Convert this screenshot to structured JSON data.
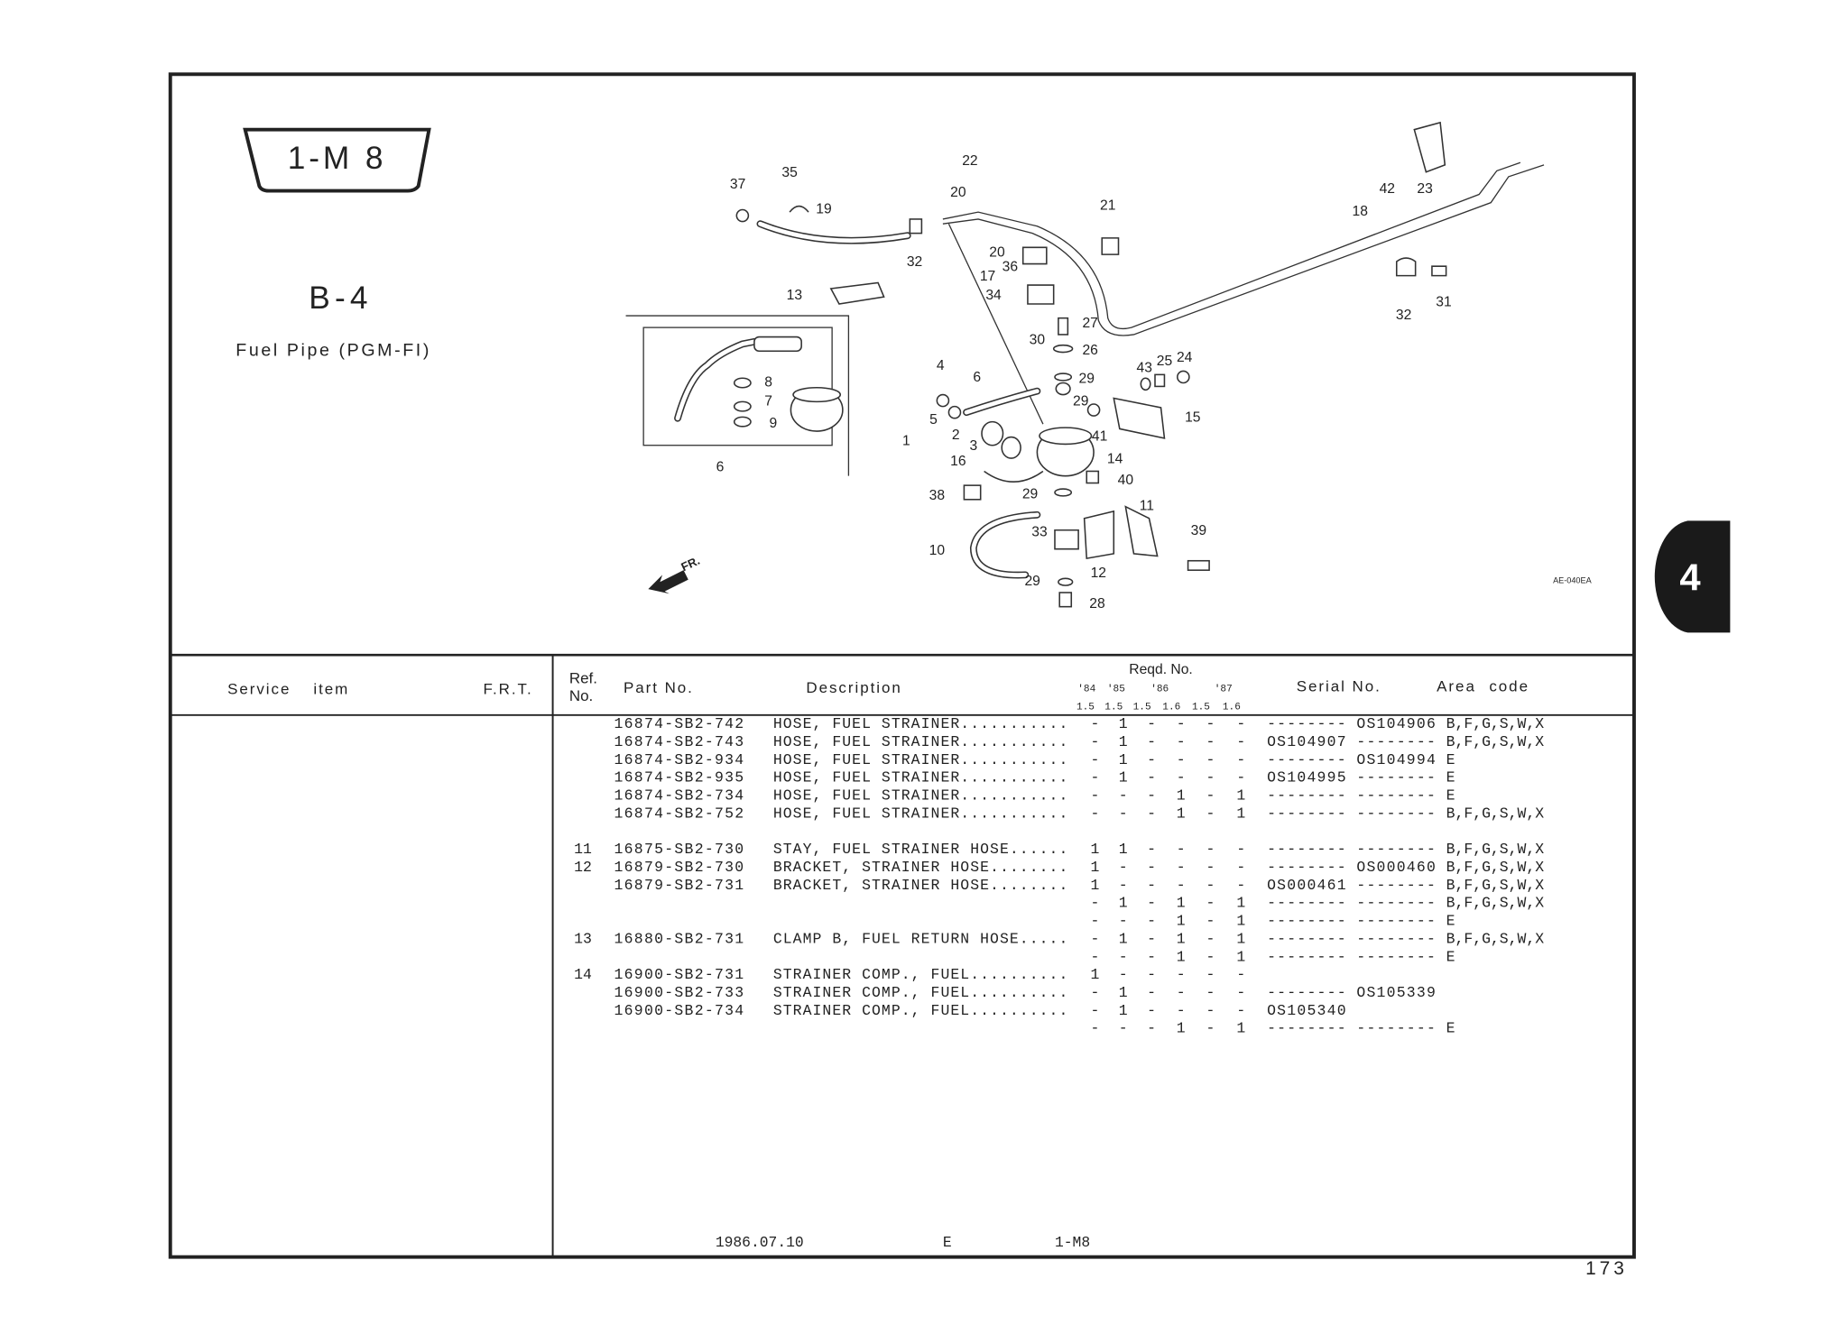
{
  "header": {
    "section_badge": "1-M 8",
    "group_code": "B-4",
    "title": "Fuel Pipe (PGM-FI)",
    "side_tab": "4",
    "diagram_code": "AE-040EA",
    "front_marker": "FR."
  },
  "diagram": {
    "callouts": [
      "37",
      "35",
      "19",
      "32",
      "22",
      "20",
      "20",
      "17",
      "36",
      "34",
      "21",
      "13",
      "42",
      "23",
      "18",
      "32",
      "31",
      "27",
      "30",
      "26",
      "29",
      "29",
      "43",
      "25",
      "24",
      "4",
      "6",
      "5",
      "15",
      "41",
      "1",
      "2",
      "3",
      "14",
      "16",
      "40",
      "38",
      "29",
      "11",
      "39",
      "33",
      "10",
      "12",
      "29",
      "28",
      "8",
      "7",
      "9",
      "6"
    ]
  },
  "table": {
    "headers": {
      "service_item": "Service item",
      "frt": "F.R.T.",
      "ref_no_1": "Ref.",
      "ref_no_2": "No.",
      "part_no": "Part No.",
      "description": "Description",
      "reqd_no": "Reqd. No.",
      "years": [
        "'84",
        "'85",
        "'86",
        "'87"
      ],
      "sizes": [
        "1.5",
        "1.5",
        "1.5",
        "1.6",
        "1.5",
        "1.6"
      ],
      "serial_no": "Serial No.",
      "area_code": "Area code"
    },
    "rows": [
      {
        "ref": "",
        "part": "16874-SB2-742",
        "desc": "HOSE, FUEL STRAINER...........",
        "q": [
          "-",
          "1",
          "-",
          "-",
          "-",
          "-"
        ],
        "s1": "--------",
        "s2": "OS104906",
        "area": "B,F,G,S,W,X"
      },
      {
        "ref": "",
        "part": "16874-SB2-743",
        "desc": "HOSE, FUEL STRAINER...........",
        "q": [
          "-",
          "1",
          "-",
          "-",
          "-",
          "-"
        ],
        "s1": "OS104907",
        "s2": "--------",
        "area": "B,F,G,S,W,X"
      },
      {
        "ref": "",
        "part": "16874-SB2-934",
        "desc": "HOSE, FUEL STRAINER...........",
        "q": [
          "-",
          "1",
          "-",
          "-",
          "-",
          "-"
        ],
        "s1": "--------",
        "s2": "OS104994",
        "area": "E"
      },
      {
        "ref": "",
        "part": "16874-SB2-935",
        "desc": "HOSE, FUEL STRAINER...........",
        "q": [
          "-",
          "1",
          "-",
          "-",
          "-",
          "-"
        ],
        "s1": "OS104995",
        "s2": "--------",
        "area": "E"
      },
      {
        "ref": "",
        "part": "16874-SB2-734",
        "desc": "HOSE, FUEL STRAINER...........",
        "q": [
          "-",
          "-",
          "-",
          "1",
          "-",
          "1"
        ],
        "s1": "--------",
        "s2": "--------",
        "area": "E"
      },
      {
        "ref": "",
        "part": "16874-SB2-752",
        "desc": "HOSE, FUEL STRAINER...........",
        "q": [
          "-",
          "-",
          "-",
          "1",
          "-",
          "1"
        ],
        "s1": "--------",
        "s2": "--------",
        "area": "B,F,G,S,W,X"
      },
      null,
      {
        "ref": "11",
        "part": "16875-SB2-730",
        "desc": "STAY, FUEL STRAINER HOSE......",
        "q": [
          "1",
          "1",
          "-",
          "-",
          "-",
          "-"
        ],
        "s1": "--------",
        "s2": "--------",
        "area": "B,F,G,S,W,X"
      },
      {
        "ref": "12",
        "part": "16879-SB2-730",
        "desc": "BRACKET, STRAINER HOSE........",
        "q": [
          "1",
          "-",
          "-",
          "-",
          "-",
          "-"
        ],
        "s1": "--------",
        "s2": "OS000460",
        "area": "B,F,G,S,W,X"
      },
      {
        "ref": "",
        "part": "16879-SB2-731",
        "desc": "BRACKET, STRAINER HOSE........",
        "q": [
          "1",
          "-",
          "-",
          "-",
          "-",
          "-"
        ],
        "s1": "OS000461",
        "s2": "--------",
        "area": "B,F,G,S,W,X"
      },
      {
        "ref": "",
        "part": "",
        "desc": "",
        "q": [
          "-",
          "1",
          "-",
          "1",
          "-",
          "1"
        ],
        "s1": "--------",
        "s2": "--------",
        "area": "B,F,G,S,W,X"
      },
      {
        "ref": "",
        "part": "",
        "desc": "",
        "q": [
          "-",
          "-",
          "-",
          "1",
          "-",
          "1"
        ],
        "s1": "--------",
        "s2": "--------",
        "area": "E"
      },
      {
        "ref": "13",
        "part": "16880-SB2-731",
        "desc": "CLAMP B, FUEL RETURN HOSE.....",
        "q": [
          "-",
          "1",
          "-",
          "1",
          "-",
          "1"
        ],
        "s1": "--------",
        "s2": "--------",
        "area": "B,F,G,S,W,X"
      },
      {
        "ref": "",
        "part": "",
        "desc": "",
        "q": [
          "-",
          "-",
          "-",
          "1",
          "-",
          "1"
        ],
        "s1": "--------",
        "s2": "--------",
        "area": "E"
      },
      {
        "ref": "14",
        "part": "16900-SB2-731",
        "desc": "STRAINER COMP., FUEL..........",
        "q": [
          "1",
          "-",
          "-",
          "-",
          "-",
          "-"
        ],
        "s1": "",
        "s2": "",
        "area": ""
      },
      {
        "ref": "",
        "part": "16900-SB2-733",
        "desc": "STRAINER COMP., FUEL..........",
        "q": [
          "-",
          "1",
          "-",
          "-",
          "-",
          "-"
        ],
        "s1": "--------",
        "s2": "OS105339",
        "area": ""
      },
      {
        "ref": "",
        "part": "16900-SB2-734",
        "desc": "STRAINER COMP., FUEL..........",
        "q": [
          "-",
          "1",
          "-",
          "-",
          "-",
          "-"
        ],
        "s1": "OS105340",
        "s2": "",
        "area": ""
      },
      {
        "ref": "",
        "part": "",
        "desc": "",
        "q": [
          "-",
          "-",
          "-",
          "1",
          "-",
          "1"
        ],
        "s1": "--------",
        "s2": "--------",
        "area": "E"
      }
    ]
  },
  "footer": {
    "date": "1986.07.10",
    "edition": "E",
    "section": "1-M8",
    "page_number": "173"
  }
}
